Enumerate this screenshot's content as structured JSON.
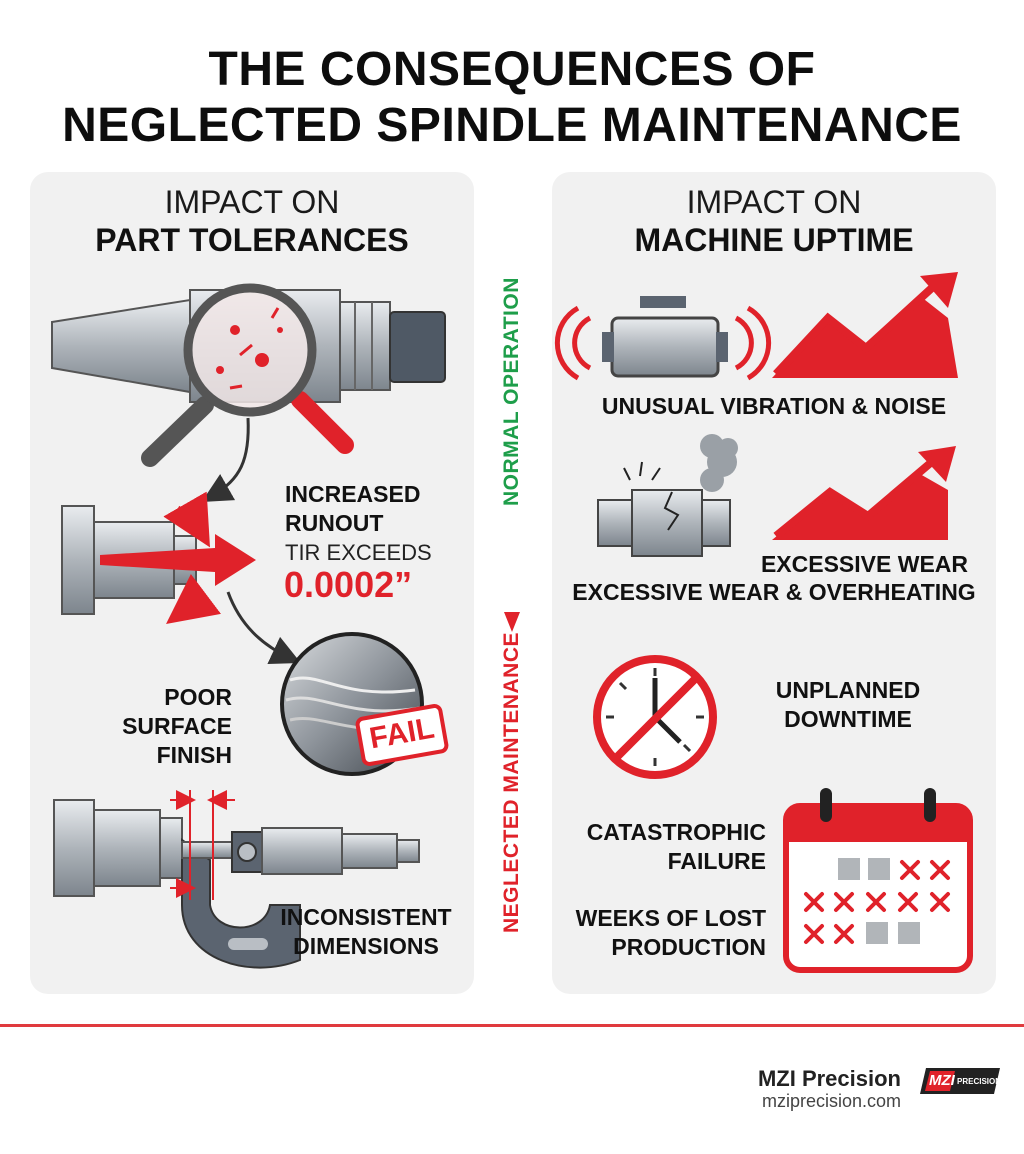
{
  "title": {
    "line1": "THE CONSEQUENCES OF",
    "line2": "NEGLECTED SPINDLE MAINTENANCE"
  },
  "left_panel": {
    "heading_light": "IMPACT ON",
    "heading_bold": "PART TOLERANCES",
    "runout": {
      "line1": "INCREASED",
      "line2": "RUNOUT",
      "sub": "TIR EXCEEDS",
      "value": "0.0002”"
    },
    "surface": {
      "line1": "POOR SURFACE",
      "line2": "FINISH",
      "stamp": "FAIL"
    },
    "dimensions": {
      "line1": "INCONSISTENT",
      "line2": "DIMENSIONS"
    }
  },
  "right_panel": {
    "heading_light": "IMPACT ON",
    "heading_bold": "MACHINE UPTIME",
    "vibration": "UNUSUAL VIBRATION & NOISE",
    "wear_short": "EXCESSIVE WEAR",
    "wear_full": "EXCESSIVE WEAR & OVERHEATING",
    "downtime": {
      "line1": "UNPLANNED",
      "line2": "DOWNTIME"
    },
    "catastrophic": {
      "line1": "CATASTROPHIC",
      "line2": "FAILURE"
    },
    "lost_production": {
      "line1": "WEEKS OF LOST",
      "line2": "PRODUCTION"
    }
  },
  "center_axis": {
    "top_label": "NORMAL OPERATION",
    "bottom_label": "NEGLECTED MAINTENANCE",
    "top_color": "#1e9e4a",
    "bottom_color": "#e0222a"
  },
  "footer": {
    "brand": "MZI Precision",
    "url": "mziprecision.com",
    "logo_text": "MZI",
    "logo_sub": "PRECISION"
  },
  "colors": {
    "accent_red": "#e0222a",
    "panel_bg": "#f1f1f1",
    "metal": "#b9bec4",
    "dark_metal": "#5b6470"
  }
}
